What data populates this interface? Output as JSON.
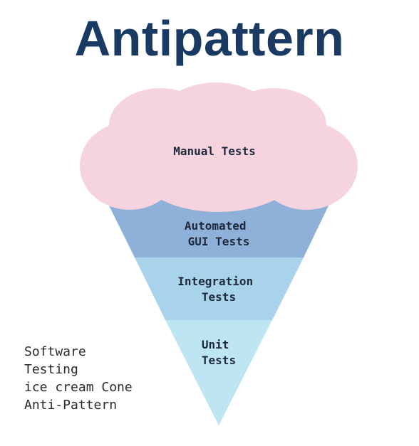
{
  "title": "Antipattern",
  "layers": [
    {
      "key": "manual",
      "lines": [
        "Manual Tests"
      ],
      "color": "#f6d4df"
    },
    {
      "key": "gui",
      "lines": [
        "Automated",
        "GUI Tests"
      ],
      "color": "#8fb0d9"
    },
    {
      "key": "integration",
      "lines": [
        "Integration",
        "Tests"
      ],
      "color": "#a9d3ea"
    },
    {
      "key": "unit",
      "lines": [
        "Unit",
        "Tests"
      ],
      "color": "#bde6f2"
    }
  ],
  "caption": [
    "Software",
    "Testing",
    "ice cream Cone",
    "Anti-Pattern"
  ],
  "colors": {
    "title": "#183a63",
    "label_text": "#1e2a3c",
    "cloud_fill": "#f6d4df"
  }
}
